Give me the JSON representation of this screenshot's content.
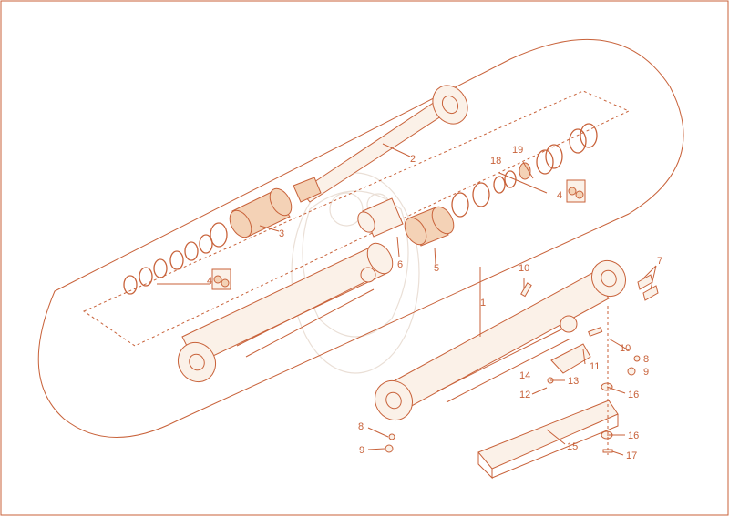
{
  "diagram": {
    "colors": {
      "line": "#c8623a",
      "fill": "#fbf1e8",
      "accent": "#f4d2b6",
      "watermark": "#eadfd6"
    },
    "callouts": {
      "c1": "1",
      "c2": "2",
      "c3": "3",
      "c4a": "4",
      "c4b": "4",
      "c5": "5",
      "c6": "6",
      "c7": "7",
      "c8a": "8",
      "c8b": "8",
      "c9a": "9",
      "c9b": "9",
      "c10a": "10",
      "c10b": "10",
      "c11": "11",
      "c12": "12",
      "c13": "13",
      "c14": "14",
      "c15": "15",
      "c16a": "16",
      "c16b": "16",
      "c17": "17",
      "c18": "18",
      "c19": "19"
    }
  }
}
